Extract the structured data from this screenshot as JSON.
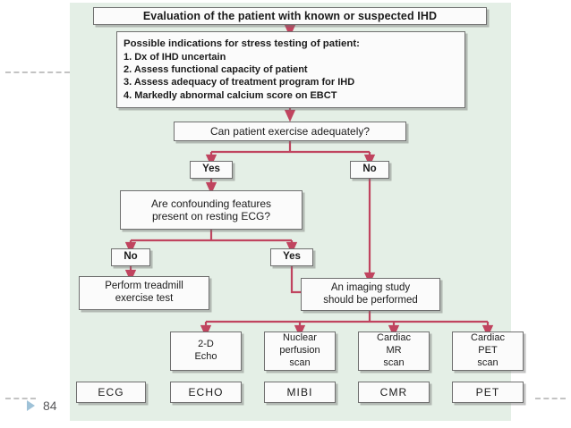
{
  "slide": {
    "number": "84",
    "bullet_icon": "triangle-right-icon",
    "panel_bg": "#e4efe6",
    "arrow_color": "#c0445f",
    "box_border": "#6f6f6f",
    "box_fill": "#fbfbfb"
  },
  "chart_data": {
    "type": "diagram",
    "title": "Evaluation of the patient with known or suspected IHD",
    "nodes": [
      {
        "id": "title",
        "label": "Evaluation of the patient with known or suspected IHD"
      },
      {
        "id": "indications",
        "label": "Possible indications for stress testing of patient:"
      },
      {
        "id": "q1",
        "label": "Can patient exercise adequately?"
      },
      {
        "id": "yes1",
        "label": "Yes"
      },
      {
        "id": "no1",
        "label": "No"
      },
      {
        "id": "q2",
        "label": "Are confounding features present on resting ECG?"
      },
      {
        "id": "no2",
        "label": "No"
      },
      {
        "id": "yes2",
        "label": "Yes"
      },
      {
        "id": "treadmill",
        "label": "Perform treadmill exercise test"
      },
      {
        "id": "imaging",
        "label": "An imaging study should be performed"
      },
      {
        "id": "echo2d",
        "label": "2-D Echo"
      },
      {
        "id": "nuclear",
        "label": "Nuclear perfusion scan"
      },
      {
        "id": "cmrscan",
        "label": "Cardiac MR scan"
      },
      {
        "id": "petscan",
        "label": "Cardiac PET scan"
      },
      {
        "id": "t-ecg",
        "label": "ECG"
      },
      {
        "id": "t-echo",
        "label": "ECHO"
      },
      {
        "id": "t-mibi",
        "label": "MIBI"
      },
      {
        "id": "t-cmr",
        "label": "CMR"
      },
      {
        "id": "t-pet",
        "label": "PET"
      }
    ],
    "edges": [
      {
        "from": "title",
        "to": "indications"
      },
      {
        "from": "indications",
        "to": "q1"
      },
      {
        "from": "q1",
        "to": "yes1"
      },
      {
        "from": "q1",
        "to": "no1"
      },
      {
        "from": "yes1",
        "to": "q2"
      },
      {
        "from": "q2",
        "to": "no2"
      },
      {
        "from": "q2",
        "to": "yes2"
      },
      {
        "from": "no2",
        "to": "treadmill"
      },
      {
        "from": "yes2",
        "to": "imaging"
      },
      {
        "from": "no1",
        "to": "imaging"
      },
      {
        "from": "imaging",
        "to": "echo2d"
      },
      {
        "from": "imaging",
        "to": "nuclear"
      },
      {
        "from": "imaging",
        "to": "cmrscan"
      },
      {
        "from": "imaging",
        "to": "petscan"
      }
    ]
  },
  "flow": {
    "title": "Evaluation of the patient with known or suspected IHD",
    "indications": {
      "heading": "Possible indications for stress testing of patient:",
      "items": [
        "1. Dx of IHD uncertain",
        "2. Assess functional capacity of patient",
        "3. Assess adequacy of treatment program for IHD",
        "4. Markedly abnormal calcium score on EBCT"
      ]
    },
    "q_exercise": "Can patient exercise adequately?",
    "yes1": "Yes",
    "no1": "No",
    "q_confounding_l1": "Are confounding features",
    "q_confounding_l2": "present on resting ECG?",
    "no2": "No",
    "yes2": "Yes",
    "treadmill_l1": "Perform treadmill",
    "treadmill_l2": "exercise test",
    "imaging_l1": "An imaging study",
    "imaging_l2": "should be performed",
    "modalities": [
      {
        "l1": "2-D",
        "l2": "Echo",
        "l3": ""
      },
      {
        "l1": "Nuclear",
        "l2": "perfusion",
        "l3": "scan"
      },
      {
        "l1": "Cardiac",
        "l2": "MR",
        "l3": "scan"
      },
      {
        "l1": "Cardiac",
        "l2": "PET",
        "l3": "scan"
      }
    ],
    "terminals": [
      "ECG",
      "ECHO",
      "MIBI",
      "CMR",
      "PET"
    ]
  }
}
